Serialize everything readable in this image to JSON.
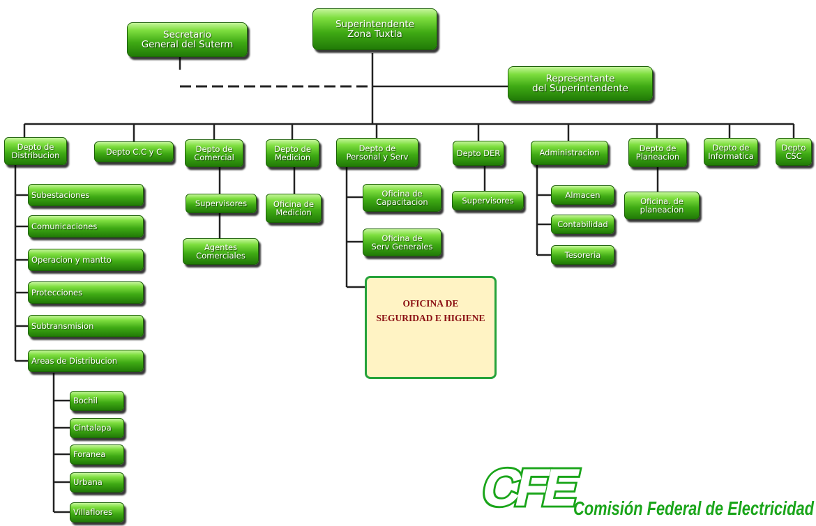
{
  "org": {
    "top": {
      "label": "Superintendente\nZona Tuxtla"
    },
    "secretario": {
      "label": "Secretario\nGeneral del Suterm"
    },
    "representante": {
      "label": "Representante\ndel Superintendente"
    },
    "depts": [
      {
        "id": "distribucion",
        "label": "Depto de\nDistribucion"
      },
      {
        "id": "ccyc",
        "label": "Depto C.C y C"
      },
      {
        "id": "comercial",
        "label": "Depto de\nComercial"
      },
      {
        "id": "medicion",
        "label": "Depto de\nMedicion"
      },
      {
        "id": "personal",
        "label": "Depto de\nPersonal y Serv"
      },
      {
        "id": "der",
        "label": "Depto DER"
      },
      {
        "id": "administracion",
        "label": "Administracion"
      },
      {
        "id": "planeacion",
        "label": "Depto de\nPlaneacion"
      },
      {
        "id": "informatica",
        "label": "Depto de\nInformatica"
      },
      {
        "id": "csc",
        "label": "Depto\nCSC"
      }
    ],
    "distribucion_children": [
      {
        "label": "Subestaciones"
      },
      {
        "label": "Comunicaciones"
      },
      {
        "label": "Operacion y mantto"
      },
      {
        "label": "Protecciones"
      },
      {
        "label": "Subtransmision"
      },
      {
        "label": "Areas de Distribucion"
      }
    ],
    "areas": [
      {
        "label": "Bochil"
      },
      {
        "label": "Cintalapa"
      },
      {
        "label": "Foranea"
      },
      {
        "label": "Urbana"
      },
      {
        "label": "Villaflores"
      }
    ],
    "comercial_children": [
      {
        "label": "Supervisores"
      },
      {
        "label": "Agentes\nComerciales"
      }
    ],
    "medicion_children": [
      {
        "label": "Oficina de\nMedicion"
      }
    ],
    "personal_children": [
      {
        "label": "Oficina de\nCapacitacion"
      },
      {
        "label": "Oficina de\nServ Generales"
      }
    ],
    "seguridad": {
      "label": "OFICINA DE\nSEGURIDAD E HIGIENE"
    },
    "der_children": [
      {
        "label": "Supervisores"
      }
    ],
    "administracion_children": [
      {
        "label": "Almacen"
      },
      {
        "label": "Contabilidad"
      },
      {
        "label": "Tesoreria"
      }
    ],
    "planeacion_children": [
      {
        "label": "Oficina. de\nplaneacion"
      }
    ]
  },
  "logo": {
    "mark": "CFE",
    "name": "Comisión Federal de Electricidad",
    "color": "#1aa51a"
  },
  "colors": {
    "box_green": "#3faa14",
    "line": "#222222",
    "special_fill": "#fff3c4",
    "special_border": "#25a23a",
    "special_text": "#8a0e12"
  }
}
